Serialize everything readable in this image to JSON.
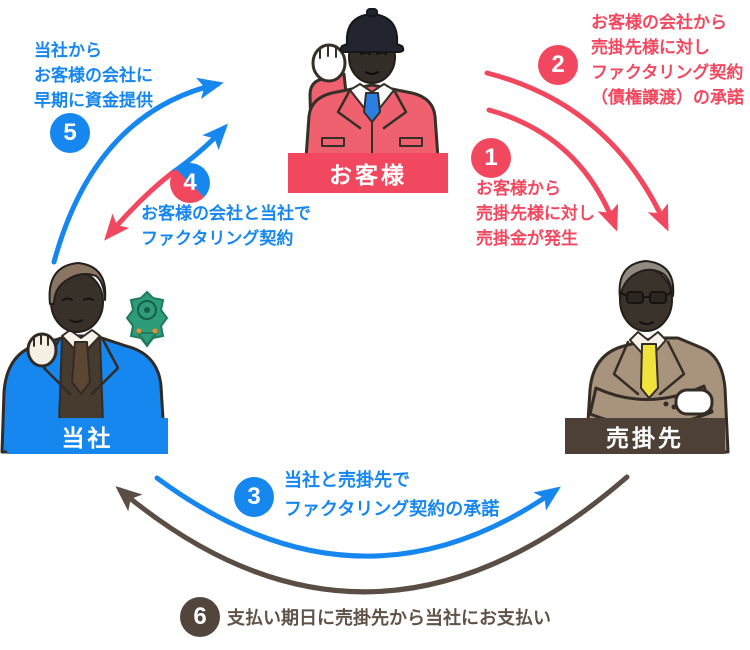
{
  "actors": {
    "customer": {
      "label": "お客様"
    },
    "our_company": {
      "label": "当社"
    },
    "debtor": {
      "label": "売掛先"
    }
  },
  "steps": {
    "s1": {
      "num": "1",
      "text": "お客様から\n売掛先様に対し\n売掛金が発生"
    },
    "s2": {
      "num": "2",
      "text": "お客様の会社から\n売掛先様に対し\nファクタリング契約\n（債権譲渡）の承諾"
    },
    "s3": {
      "num": "3",
      "text": "当社と売掛先で\nファクタリング契約の承諾"
    },
    "s4": {
      "num": "4",
      "text": "お客様の会社と当社で\nファクタリング契約"
    },
    "s5": {
      "num": "5",
      "text": "当社から\nお客様の会社に\n早期に資金提供"
    },
    "s6": {
      "num": "6",
      "text": "支払い期日に売掛先から当社にお支払い"
    }
  },
  "colors": {
    "blue": "#1787F0",
    "red": "#F2485F",
    "dark_brown": "#4D4037",
    "note_brown": "#5F5349",
    "jacket_pink": "#F0616F",
    "suit_tan": "#A8937D",
    "tie_yellow": "#F2E23C",
    "crest_green": "#2E9B7A"
  }
}
